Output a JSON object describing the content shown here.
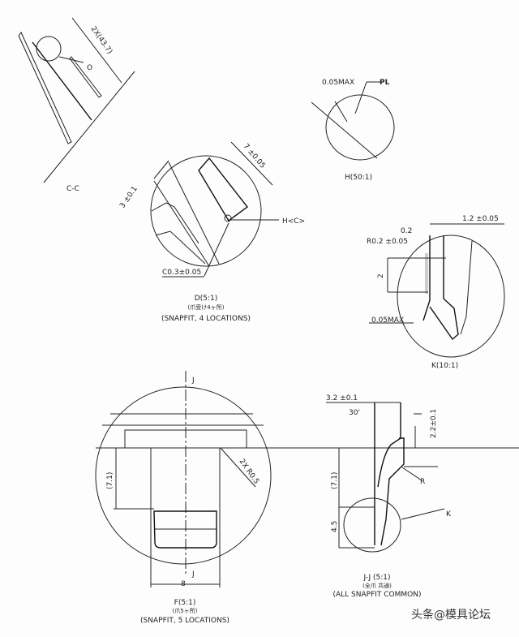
{
  "section_cc": {
    "title": "C-C",
    "dim_length": "2X(43.7)",
    "detail_ref": "O"
  },
  "detail_h": {
    "title": "H(50:1)",
    "dim_max": "0.05MAX",
    "pl_label": "PL"
  },
  "detail_d": {
    "title": "D(5:1)",
    "subtitle_jp": "(爪受け4ヶ所)",
    "subtitle_en": "(SNAPFIT, 4 LOCATIONS)",
    "dim_width": "7 ±0.05",
    "dim_height": "3 ±0.1",
    "dim_chamfer": "C0.3±0.05",
    "detail_ref": "H<C>"
  },
  "detail_k": {
    "title": "K(10:1)",
    "dim_width": "1.2 ±0.05",
    "dim_gap": "0.2",
    "dim_radius": "R0.2 ±0.05",
    "dim_height": "2",
    "dim_max": "0.05MAX"
  },
  "detail_f": {
    "title": "F(5:1)",
    "subtitle_jp": "(爪5ヶ所)",
    "subtitle_en": "(SNAPFIT, 5 LOCATIONS)",
    "section_mark": "J",
    "dim_height": "(7.1)",
    "dim_radius": "2X R0.5",
    "dim_width": "8"
  },
  "section_jj": {
    "title": "J-J (5:1)",
    "subtitle_jp": "(全爪 共通)",
    "subtitle_en": "(ALL SNAPFIT COMMON)",
    "dim_width": "3.2 ±0.1",
    "dim_angle": "30'",
    "dim_step": "2.2±0.1",
    "dim_radius": "R",
    "dim_height": "(7.1)",
    "dim_hook": "4.5",
    "detail_ref": "K"
  },
  "watermark": "头条@模具论坛"
}
